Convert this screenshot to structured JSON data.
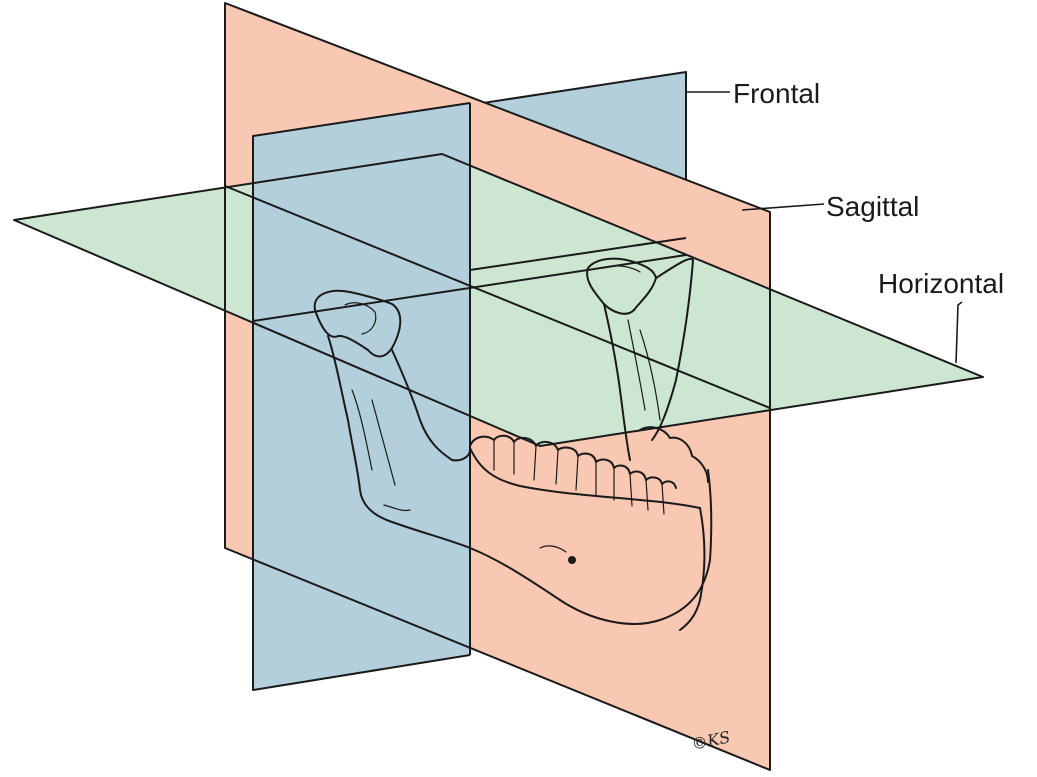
{
  "labels": {
    "frontal": "Frontal",
    "sagittal": "Sagittal",
    "horizontal": "Horizontal"
  },
  "signature": "©KS",
  "colors": {
    "frontal_plane": "#b3cfdb",
    "sagittal_plane": "#f8c8b2",
    "horizontal_plane": "#cce6d2",
    "line": "#1a1a1a"
  }
}
